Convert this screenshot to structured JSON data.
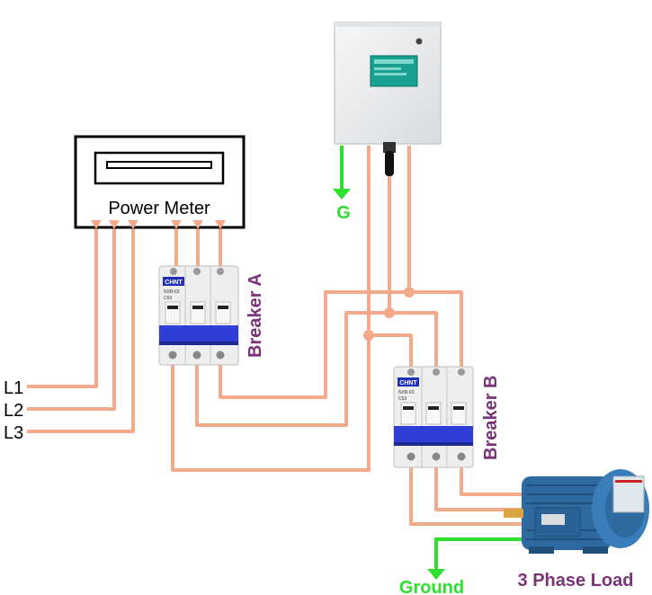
{
  "meter": {
    "label": "Power Meter"
  },
  "lines": {
    "l1": "L1",
    "l2": "L2",
    "l3": "L3"
  },
  "breaker_a": {
    "label": "Breaker A",
    "brand": "CHNT",
    "model": "NXB-63",
    "rating": "C63"
  },
  "breaker_b": {
    "label": "Breaker B",
    "brand": "CHNT",
    "model": "NXB-63",
    "rating": "C63"
  },
  "saver": {
    "ground_label": "G"
  },
  "load": {
    "label": "3 Phase Load",
    "ground_label": "Ground"
  },
  "colors": {
    "wire": "#f3a98a",
    "ground": "#2ee02e",
    "label_purple": "#7a3278",
    "breaker_blue": "#2f3fd6",
    "motor_blue": "#2e6aa0"
  }
}
